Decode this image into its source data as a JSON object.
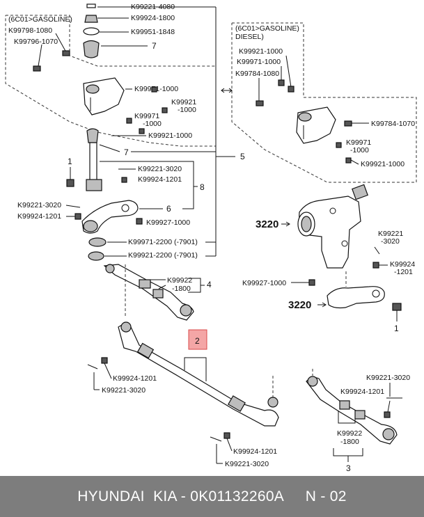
{
  "labels": {
    "k99221_4080": "K99221-4080",
    "k99924_1800": "K99924-1800",
    "k99951_1848": "K99951-1848",
    "c7a": "7",
    "gasoline_box_left": "(6C01>GASOLINE)",
    "k99798_1080": "K99798-1080",
    "k99796_1070": "K99796-1070",
    "k99971_1000_l": "K99971-1000",
    "k99921_1000_a": "K99921",
    "k99921_1000_a2": "-1000",
    "k99971_l2": "K99971",
    "k99971_l2b": "-1000",
    "k99921_1000_l3": "K99921-1000",
    "c7b": "7",
    "c5": "5",
    "c1_left": "1",
    "k99221_3020_a": "K99221-3020",
    "k99924_1201_a": "K99924-1201",
    "c8": "8",
    "k99221_3020_b": "K99221-3020",
    "k99924_1201_b": "K99924-1201",
    "c6": "6",
    "k99927_1000_a": "K99927-1000",
    "k99971_2200": "K99971-2200 (-7901)",
    "k99921_2200": "K99921-2200 (-7901)",
    "k99922_1800_a": "K99922",
    "k99922_1800_a2": "-1800",
    "c4": "4",
    "c2": "2",
    "k99924_1201_c": "K99924-1201",
    "k99221_3020_c": "K99221-3020",
    "k99924_1201_d": "K99924-1201",
    "k99221_3020_d": "K99221-3020",
    "diesel_box_l1": "(6C01>GASOLINE)",
    "diesel_box_l2": "DIESEL)",
    "k99921_1000_r": "K99921-1000",
    "k99971_1000_r": "K99971-1000",
    "k99784_1080": "K99784-1080",
    "k99784_1070": "K99784-1070",
    "k99971_r2": "K99971",
    "k99971_r2b": "-1000",
    "k99921_1000_r3": "K99921-1000",
    "p3220_a": "3220",
    "k99221_3020_e": "K99221",
    "k99221_3020_e2": "-3020",
    "k99924_1201_e": "K99924",
    "k99924_1201_e2": "-1201",
    "k99927_1000_b": "K99927-1000",
    "p3220_b": "3220",
    "c1_right": "1",
    "k99221_3020_f": "K99221-3020",
    "k99924_1201_f": "K99924-1201",
    "k99922_1800_b": "K99922",
    "k99922_1800_b2": "-1800",
    "c3": "3"
  },
  "callout_box": {
    "color": "#f4a6a6",
    "border": "#d84a4a"
  },
  "footer": {
    "brand": "HYUNDAI  KIA - ",
    "part_number": "0K01132260A",
    "page": "     N - 02",
    "background": "#7d7d7d"
  }
}
